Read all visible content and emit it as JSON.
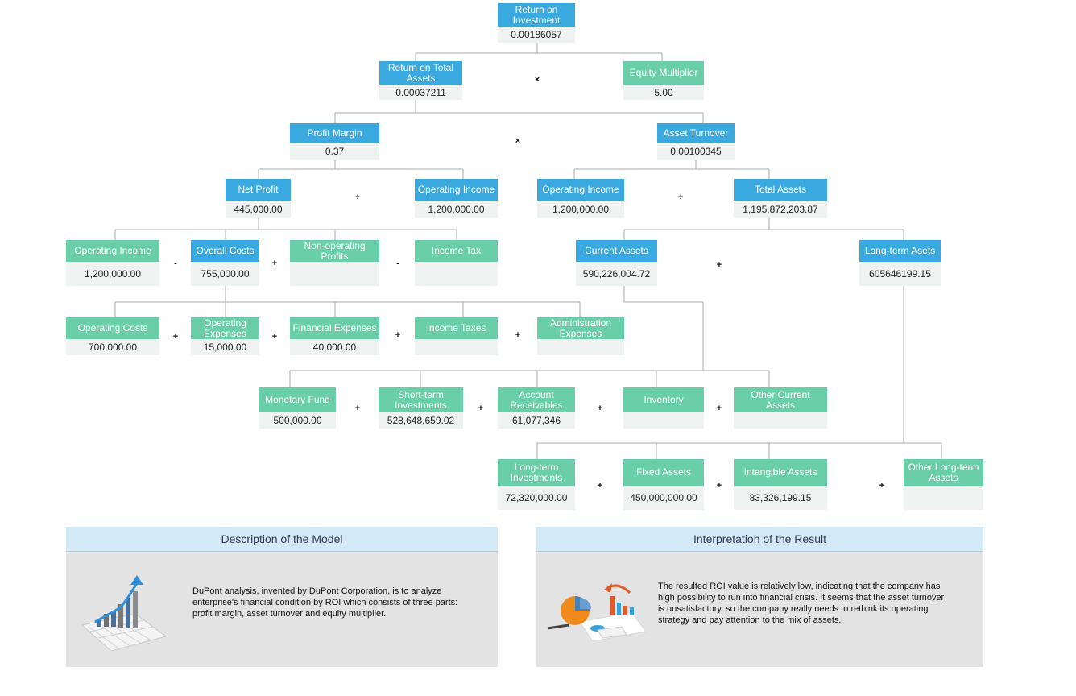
{
  "colors": {
    "blue": "#39a9e0",
    "green": "#6acea8",
    "value_bg": "#eef2f1",
    "line": "#aaaaaa"
  },
  "nodes": {
    "roi": {
      "label": "Return on Investment",
      "value": "0.00186057"
    },
    "rota": {
      "label": "Return on Total Assets",
      "value": "0.00037211"
    },
    "em": {
      "label": "Equity Multiplier",
      "value": "5.00"
    },
    "pm": {
      "label": "Profit Margin",
      "value": "0.37"
    },
    "at": {
      "label": "Asset Turnover",
      "value": "0.00100345"
    },
    "np": {
      "label": "Net Profit",
      "value": "445,000.00"
    },
    "oi1": {
      "label": "Operating Income",
      "value": "1,200,000.00"
    },
    "oi2": {
      "label": "Operating Income",
      "value": "1,200,000.00"
    },
    "ta": {
      "label": "Total Assets",
      "value": "1,195,872,203.87"
    },
    "oi3": {
      "label": "Operating Income",
      "value": "1,200,000.00"
    },
    "oc": {
      "label": "Overall Costs",
      "value": "755,000.00"
    },
    "nop": {
      "label": "Non-operating Profits",
      "value": ""
    },
    "it": {
      "label": "Income Tax",
      "value": ""
    },
    "ca": {
      "label": "Current Assets",
      "value": "590,226,004.72"
    },
    "la": {
      "label": "Long-term Asets",
      "value": "605646199.15"
    },
    "opc": {
      "label": "Operating Costs",
      "value": "700,000.00"
    },
    "ope": {
      "label": "Operating Expenses",
      "value": "15,000.00"
    },
    "fe": {
      "label": "Financial Expenses",
      "value": "40,000.00"
    },
    "itx": {
      "label": "Income Taxes",
      "value": ""
    },
    "ae": {
      "label": "Administration Expenses",
      "value": ""
    },
    "mf": {
      "label": "Monetary Fund",
      "value": "500,000.00"
    },
    "sti": {
      "label": "Short-term Investments",
      "value": "528,648,659.02"
    },
    "ar": {
      "label": "Account Receivables",
      "value": "61,077,346"
    },
    "inv": {
      "label": "Inventory",
      "value": ""
    },
    "oca": {
      "label": "Other Current Assets",
      "value": ""
    },
    "lti": {
      "label": "Long-term Investments",
      "value": "72,320,000.00"
    },
    "fa": {
      "label": "Fixed Assets",
      "value": "450,000,000.00"
    },
    "ia": {
      "label": "Intangible Assets",
      "value": "83,326,199.15"
    },
    "ola": {
      "label": "Other Long-term Assets",
      "value": ""
    }
  },
  "operators": {
    "times": "×",
    "divide": "÷",
    "minus": "-",
    "plus": "+"
  },
  "panels": {
    "description": {
      "title": "Description of the Model",
      "text": "DuPont analysis, invented by DuPont Corporation, is to analyze enterprise's financial condition by ROI which consists of three parts: profit margin, asset turnover and equity multiplier."
    },
    "interpretation": {
      "title": "Interpretation of the Result",
      "text": "The resulted ROI value is relatively low, indicating that the company has high possibility to run into financial crisis. It seems that the asset turnover is unsatisfactory, so the company really needs to rethink its operating strategy and pay attention to the mix of assets."
    }
  }
}
